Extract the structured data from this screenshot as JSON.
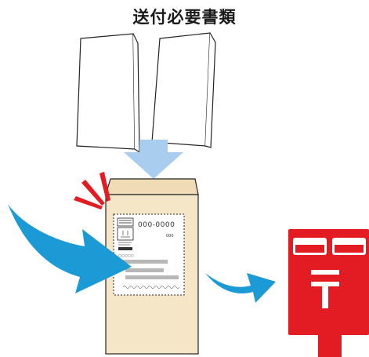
{
  "title": "送付必要書類",
  "envelope": {
    "label_number": "000-0000",
    "label_small": "000",
    "label_name": "○○○○○",
    "colors": {
      "envelope": "#f5e6c8",
      "label": "#ffffff"
    }
  },
  "colors": {
    "arrow_down": "#a9cdee",
    "arrow_blue": "#1b9ad6",
    "postbox": "#e31b23",
    "alert_marks": "#e31b23"
  },
  "icons": {
    "documents": "document-pair-icon",
    "envelope": "envelope-icon",
    "postbox": "japan-post-box-icon"
  }
}
